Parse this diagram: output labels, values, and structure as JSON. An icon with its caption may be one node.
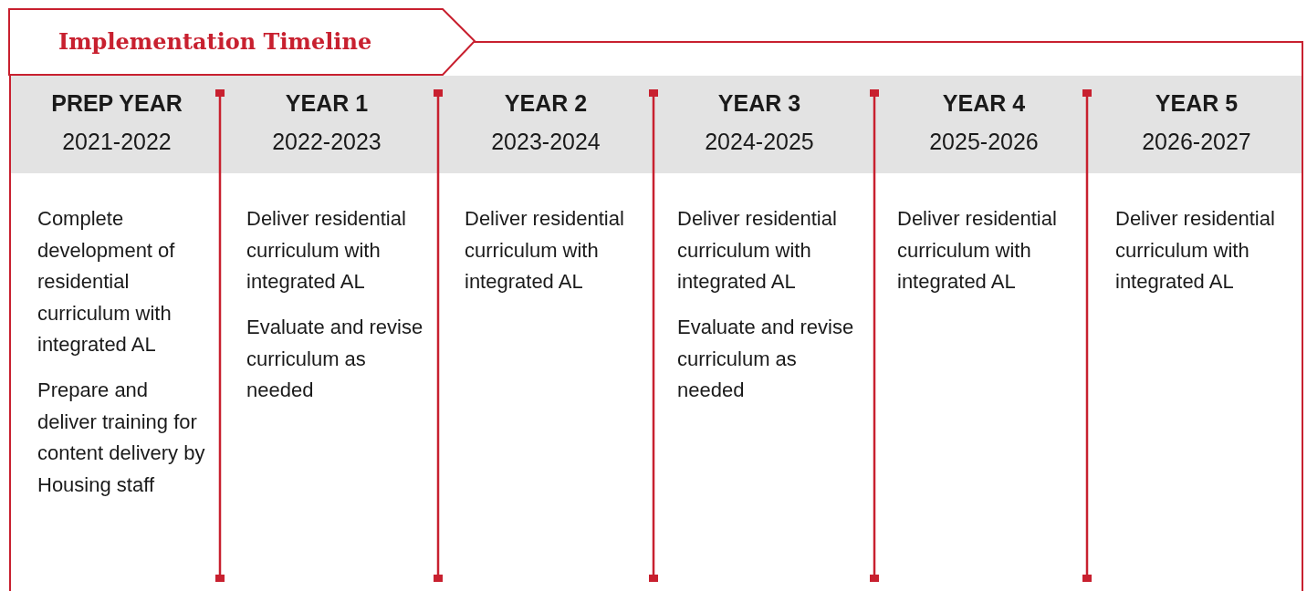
{
  "diagram": {
    "title": "Implementation Timeline",
    "nodes": [
      {
        "text": [
          "PREP YEAR",
          "2021-2022",
          "Complete development of residential curriculum with integrated AL",
          "Prepare and deliver training for content delivery by Housing staff"
        ]
      },
      {
        "text": [
          "YEAR 1",
          "2022-2023",
          "Deliver residential curriculum with integrated AL",
          "Evaluate and revise curriculum as needed"
        ]
      },
      {
        "text": [
          "YEAR 2",
          "2023-2024",
          "Deliver residential curriculum with integrated AL"
        ]
      },
      {
        "text": [
          "YEAR 3",
          "2024-2025",
          "Deliver residential curriculum with integrated AL",
          "Evaluate and revise curriculum as needed"
        ]
      },
      {
        "text": [
          "YEAR 4",
          "2025-2026",
          "Deliver residential curriculum with integrated AL"
        ]
      },
      {
        "text": [
          "YEAR 5",
          "2026-2027",
          "Deliver residential curriculum with integrated AL"
        ]
      }
    ]
  }
}
